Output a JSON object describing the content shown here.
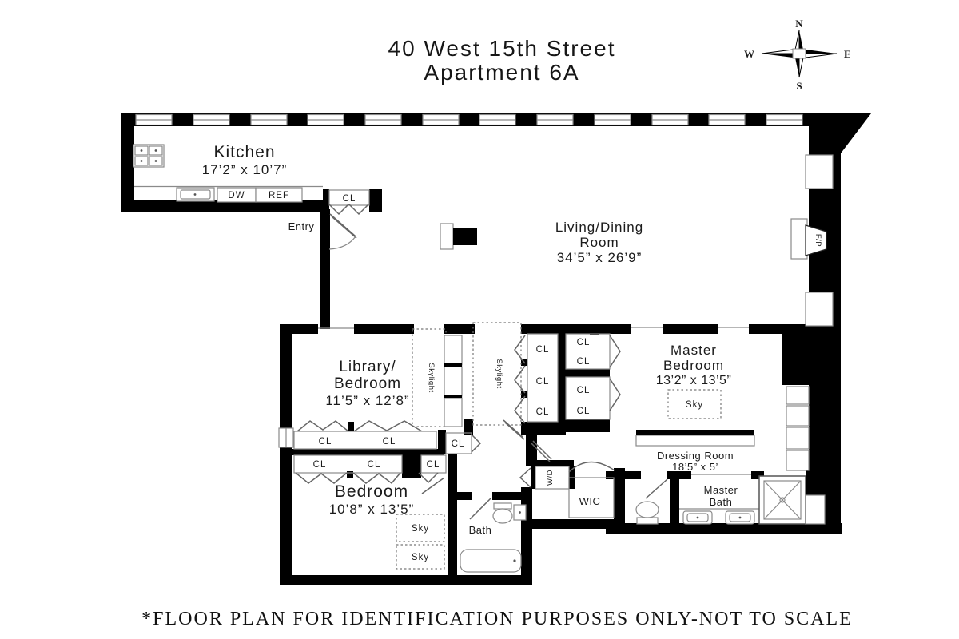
{
  "title": {
    "line1": "40 West 15th Street",
    "line2": "Apartment 6A"
  },
  "compass": {
    "north": "N",
    "south": "S",
    "east": "E",
    "west": "W"
  },
  "rooms": {
    "kitchen": {
      "name": "Kitchen",
      "dims": "17’2” x 10’7”"
    },
    "living_dining": {
      "name_line1": "Living/Dining",
      "name_line2": "Room",
      "dims": "34’5” x 26’9”"
    },
    "library_bedroom": {
      "name_line1": "Library/",
      "name_line2": "Bedroom",
      "dims": "11’5” x 12’8”"
    },
    "master_bedroom": {
      "name_line1": "Master",
      "name_line2": "Bedroom",
      "dims": "13’2” x 13’5”"
    },
    "bedroom": {
      "name": "Bedroom",
      "dims": "10’8” x 13’5”"
    },
    "dressing_room": {
      "name": "Dressing Room",
      "dims": "18’5” x 5’"
    },
    "master_bath": {
      "name_line1": "Master",
      "name_line2": "Bath"
    },
    "bath": {
      "name": "Bath"
    },
    "wic": {
      "name": "WIC"
    },
    "entry": {
      "name": "Entry"
    }
  },
  "labels": {
    "closet": "CL",
    "dishwasher": "DW",
    "refrigerator": "REF",
    "washer_dryer": "W/D",
    "fireplace": "F/P",
    "skylight": "Skylight",
    "sky": "Sky"
  },
  "footer": {
    "disclaimer": "*FLOOR PLAN FOR IDENTIFICATION PURPOSES ONLY-NOT TO SCALE"
  },
  "colors": {
    "wall": "#000000",
    "text": "#1b1b1b",
    "thin_line": "#8a8a8a",
    "background": "#ffffff"
  }
}
